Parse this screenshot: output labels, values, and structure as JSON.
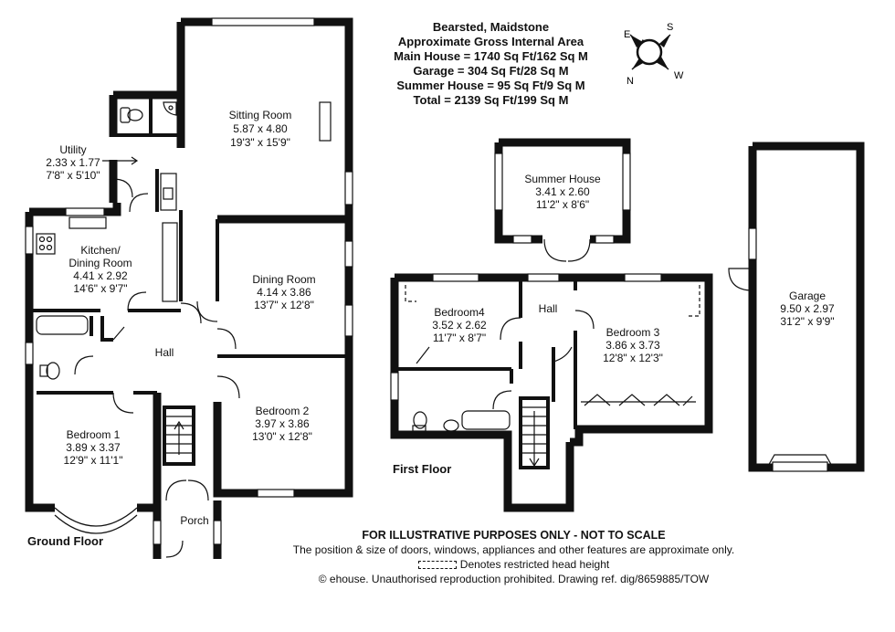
{
  "header": {
    "location": "Bearsted, Maidstone",
    "gia": "Approximate Gross Internal Area",
    "main_house": "Main House = 1740 Sq Ft/162 Sq M",
    "garage": "Garage = 304 Sq Ft/28 Sq M",
    "summer_house": "Summer House = 95 Sq Ft/9 Sq M",
    "total": "Total = 2139 Sq Ft/199 Sq M"
  },
  "compass": {
    "e": "E",
    "s": "S",
    "n": "N",
    "w": "W"
  },
  "floors": {
    "ground": "Ground Floor",
    "first": "First Floor"
  },
  "rooms": {
    "sitting": {
      "name": "Sitting Room",
      "metric": "5.87 x 4.80",
      "imperial": "19'3\" x 15'9\""
    },
    "utility": {
      "name": "Utility",
      "metric": "2.33 x 1.77",
      "imperial": "7'8\" x 5'10\""
    },
    "kitchen": {
      "name": "Kitchen/",
      "name2": "Dining Room",
      "metric": "4.41 x 2.92",
      "imperial": "14'6\" x 9'7\""
    },
    "dining": {
      "name": "Dining Room",
      "metric": "4.14 x 3.86",
      "imperial": "13'7\" x 12'8\""
    },
    "hall_ground": {
      "name": "Hall"
    },
    "bedroom2": {
      "name": "Bedroom 2",
      "metric": "3.97 x 3.86",
      "imperial": "13'0\" x 12'8\""
    },
    "bedroom1": {
      "name": "Bedroom 1",
      "metric": "3.89 x 3.37",
      "imperial": "12'9\" x 11'1\""
    },
    "porch": {
      "name": "Porch"
    },
    "summer_house": {
      "name": "Summer House",
      "metric": "3.41 x 2.60",
      "imperial": "11'2\" x 8'6\""
    },
    "bedroom4": {
      "name": "Bedroom4",
      "metric": "3.52 x 2.62",
      "imperial": "11'7\" x 8'7\""
    },
    "hall_first": {
      "name": "Hall"
    },
    "bedroom3": {
      "name": "Bedroom 3",
      "metric": "3.86 x 3.73",
      "imperial": "12'8\" x 12'3\""
    },
    "garage": {
      "name": "Garage",
      "metric": "9.50 x 2.97",
      "imperial": "31'2\" x 9'9\""
    }
  },
  "footer": {
    "disclaimer": "FOR ILLUSTRATIVE PURPOSES ONLY - NOT TO SCALE",
    "note": "The position & size of doors, windows, appliances and other features are approximate only.",
    "restricted": "Denotes restricted head height",
    "copyright": "© ehouse. Unauthorised reproduction prohibited. Drawing ref. dig/8659885/TOW"
  }
}
